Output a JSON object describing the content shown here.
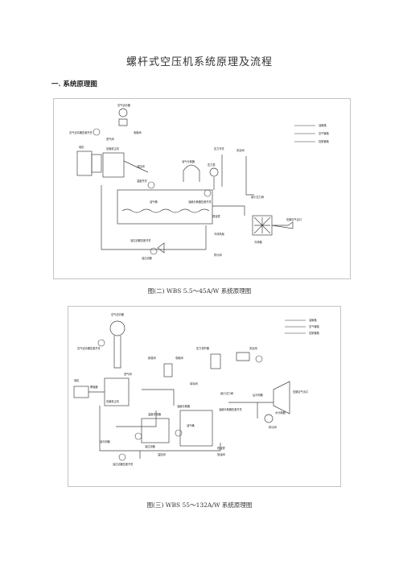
{
  "document": {
    "title": "螺杆式空压机系统原理及流程",
    "section_heading": "一. 系统原理图"
  },
  "figure1": {
    "caption": "图(二)   WBS 5.5～45A/W 系统原理图",
    "legend": [
      "油管路",
      "空气管路",
      "控制管路"
    ],
    "labels": {
      "air_filter": "空气滤清器",
      "filter_indicator": "空气滤清器压差开关",
      "intake_valve": "进气阀",
      "motor": "电机",
      "compressor": "压缩机主机",
      "temp_switch": "温度开关",
      "oil_separator": "油气分离器",
      "min_pressure_valve": "最小压力阀",
      "pressure_gauge": "压力表",
      "safety_valve": "安全阀",
      "tank": "油气桶",
      "oil_level": "视油镜",
      "cooler": "冷却器",
      "outlet": "压缩空气出口",
      "oil_filter": "油过滤器",
      "diff_switch": "油过滤器压差开关",
      "solenoid": "电磁阀",
      "thermostat": "温控阀",
      "separator_diff": "油细分离器压差开关",
      "pressure_switch": "压力开关",
      "fan": "冷却风扇",
      "drain": "排污阀"
    }
  },
  "figure2": {
    "caption": "图(三)   WBS 55～132A/W 系统原理图",
    "legend": [
      "油管路",
      "空气管路",
      "控制管路"
    ],
    "labels": {
      "air_filter": "空气滤清器",
      "filter_indicator": "空气滤清器压差开关",
      "intake_valve": "进气阀",
      "motor": "电机",
      "coupling": "联轴器",
      "compressor": "压缩机主机",
      "unload_valve": "卸载阀",
      "solenoid": "电磁阀",
      "pressure_regulator": "压力调节器",
      "check_valve": "单向阀",
      "separator": "油细分离器",
      "tank": "油气桶",
      "temp_sensor": "温度传感器",
      "min_pressure_valve": "最小压力阀",
      "safety_valve": "安全阀",
      "aftercooler": "后冷却器",
      "outlet": "压缩空气出口",
      "water_sep": "水分离器",
      "drain": "排污阀",
      "oil_cooler": "油冷却器",
      "oil_filter": "油过滤器",
      "oil_diff": "油过滤器压差开关",
      "thermostat": "温控阀",
      "sight_glass": "视油镜",
      "separator_diff": "油细分离器压差开关",
      "oil_drain": "放油阀"
    }
  }
}
